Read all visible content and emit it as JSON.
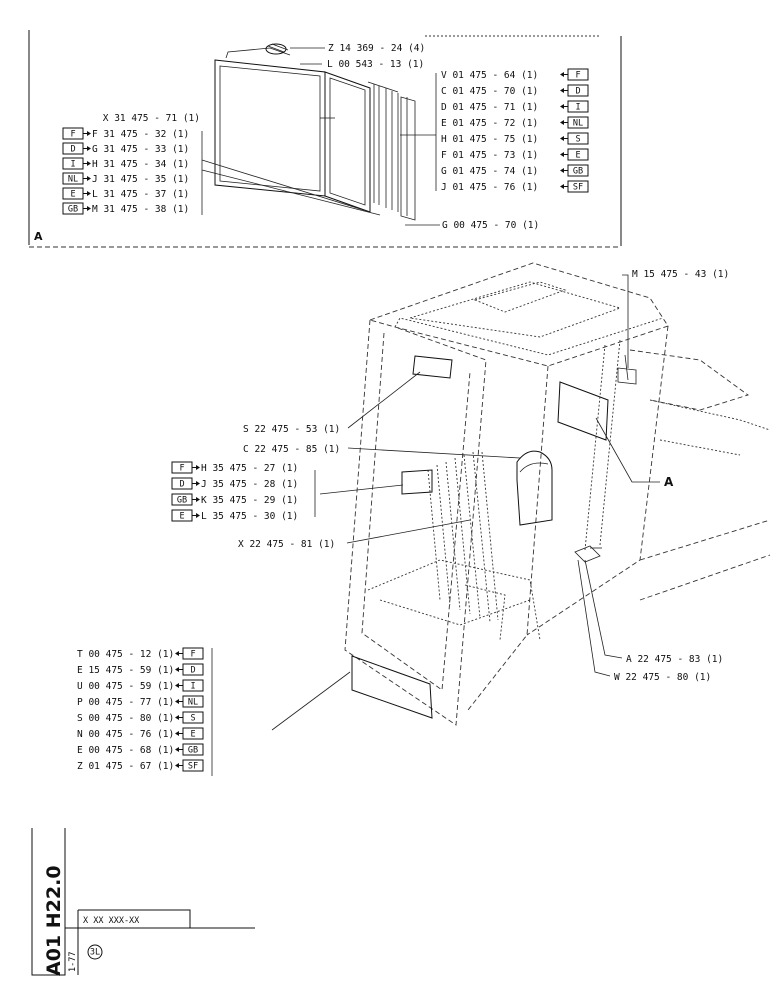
{
  "detail_a": {
    "corner_letter": "A",
    "top_parts": [
      {
        "text": "Z 14 369 - 24 (4)"
      },
      {
        "text": "L 00 543 - 13 (1)"
      },
      {
        "text": "X 31 475 - 71 (1)"
      }
    ],
    "left_list": [
      {
        "lang": "F",
        "text": "F 31 475 - 32 (1)"
      },
      {
        "lang": "D",
        "text": "G 31 475 - 33 (1)"
      },
      {
        "lang": "I",
        "text": "H 31 475 - 34 (1)"
      },
      {
        "lang": "NL",
        "text": "J 31 475 - 35 (1)"
      },
      {
        "lang": "E",
        "text": "L 31 475 - 37 (1)"
      },
      {
        "lang": "GB",
        "text": "M 31 475 - 38 (1)"
      }
    ],
    "right_list": [
      {
        "lang": "F",
        "text": "V 01 475 - 64 (1)"
      },
      {
        "lang": "D",
        "text": "C 01 475 - 70 (1)"
      },
      {
        "lang": "I",
        "text": "D 01 475 - 71 (1)"
      },
      {
        "lang": "NL",
        "text": "E 01 475 - 72 (1)"
      },
      {
        "lang": "S",
        "text": "H 01 475 - 75 (1)"
      },
      {
        "lang": "E",
        "text": "F 01 475 - 73 (1)"
      },
      {
        "lang": "GB",
        "text": "G 01 475 - 74 (1)"
      },
      {
        "lang": "SF",
        "text": "J 01 475 - 76 (1)"
      }
    ],
    "bottom_part": {
      "text": "G 00 475 - 70 (1)"
    }
  },
  "main": {
    "top_right_part": {
      "text": "M 15 475 - 43 (1)"
    },
    "callout_s": {
      "text": "S 22 475 - 53 (1)"
    },
    "callout_c": {
      "text": "C 22 475 - 85 (1)"
    },
    "detail_ref": "A",
    "mid_list": [
      {
        "lang": "F",
        "text": "H 35 475 - 27 (1)"
      },
      {
        "lang": "D",
        "text": "J 35 475 - 28 (1)"
      },
      {
        "lang": "GB",
        "text": "K 35 475 - 29 (1)"
      },
      {
        "lang": "E",
        "text": "L 35 475 - 30 (1)"
      }
    ],
    "callout_x": {
      "text": "X 22 475 - 81 (1)"
    },
    "callout_a": {
      "text": "A 22 475 - 83 (1)"
    },
    "callout_w": {
      "text": "W 22 475 - 80 (1)"
    },
    "bottom_list": [
      {
        "lang": "F",
        "text": "T 00 475 - 12 (1)"
      },
      {
        "lang": "D",
        "text": "E 15 475 - 59 (1)"
      },
      {
        "lang": "I",
        "text": "U 00 475 - 59 (1)"
      },
      {
        "lang": "NL",
        "text": "P 00 475 - 77 (1)"
      },
      {
        "lang": "S",
        "text": "S 00 475 - 80 (1)"
      },
      {
        "lang": "E",
        "text": "N 00 475 - 76 (1)"
      },
      {
        "lang": "GB",
        "text": "E 00 475 - 68 (1)"
      },
      {
        "lang": "SF",
        "text": "Z 01 475 - 67 (1)"
      }
    ]
  },
  "title_block": {
    "sheet_code": "A01 H22.0",
    "part_number": "X XX XXX-XX",
    "date": "1-77",
    "circle_code": "3L"
  }
}
